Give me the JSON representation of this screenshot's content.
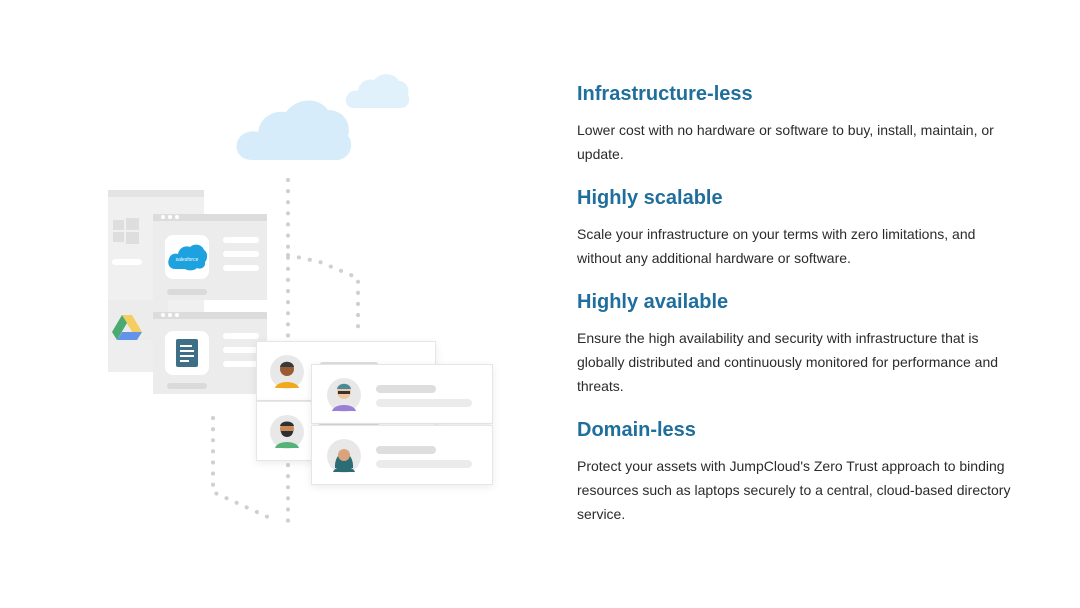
{
  "features": [
    {
      "title": "Infrastructure-less",
      "body": "Lower cost with no hardware or software to buy, install, maintain, or update."
    },
    {
      "title": "Highly scalable",
      "body": "Scale your infrastructure on your terms with zero limitations, and without any additional hardware or software."
    },
    {
      "title": "Highly available",
      "body": "Ensure the high availability and security with infrastructure that is globally distributed and continuously monitored for performance and threats."
    },
    {
      "title": "Domain-less",
      "body": "Protect your assets with JumpCloud's Zero Trust approach to binding resources such as laptops securely to a central, cloud-based directory service."
    }
  ],
  "illustration": {
    "salesforce_logo_text": "salesforce",
    "colors": {
      "heading": "#1f6e9c",
      "cloud": "#d6ecfa",
      "salesforce": "#1ea2df",
      "document_icon": "#3f6f86"
    },
    "icons": [
      "cloud-icon",
      "windows-icon",
      "salesforce-icon",
      "google-drive-icon",
      "document-icon",
      "user-avatar-icon"
    ]
  }
}
